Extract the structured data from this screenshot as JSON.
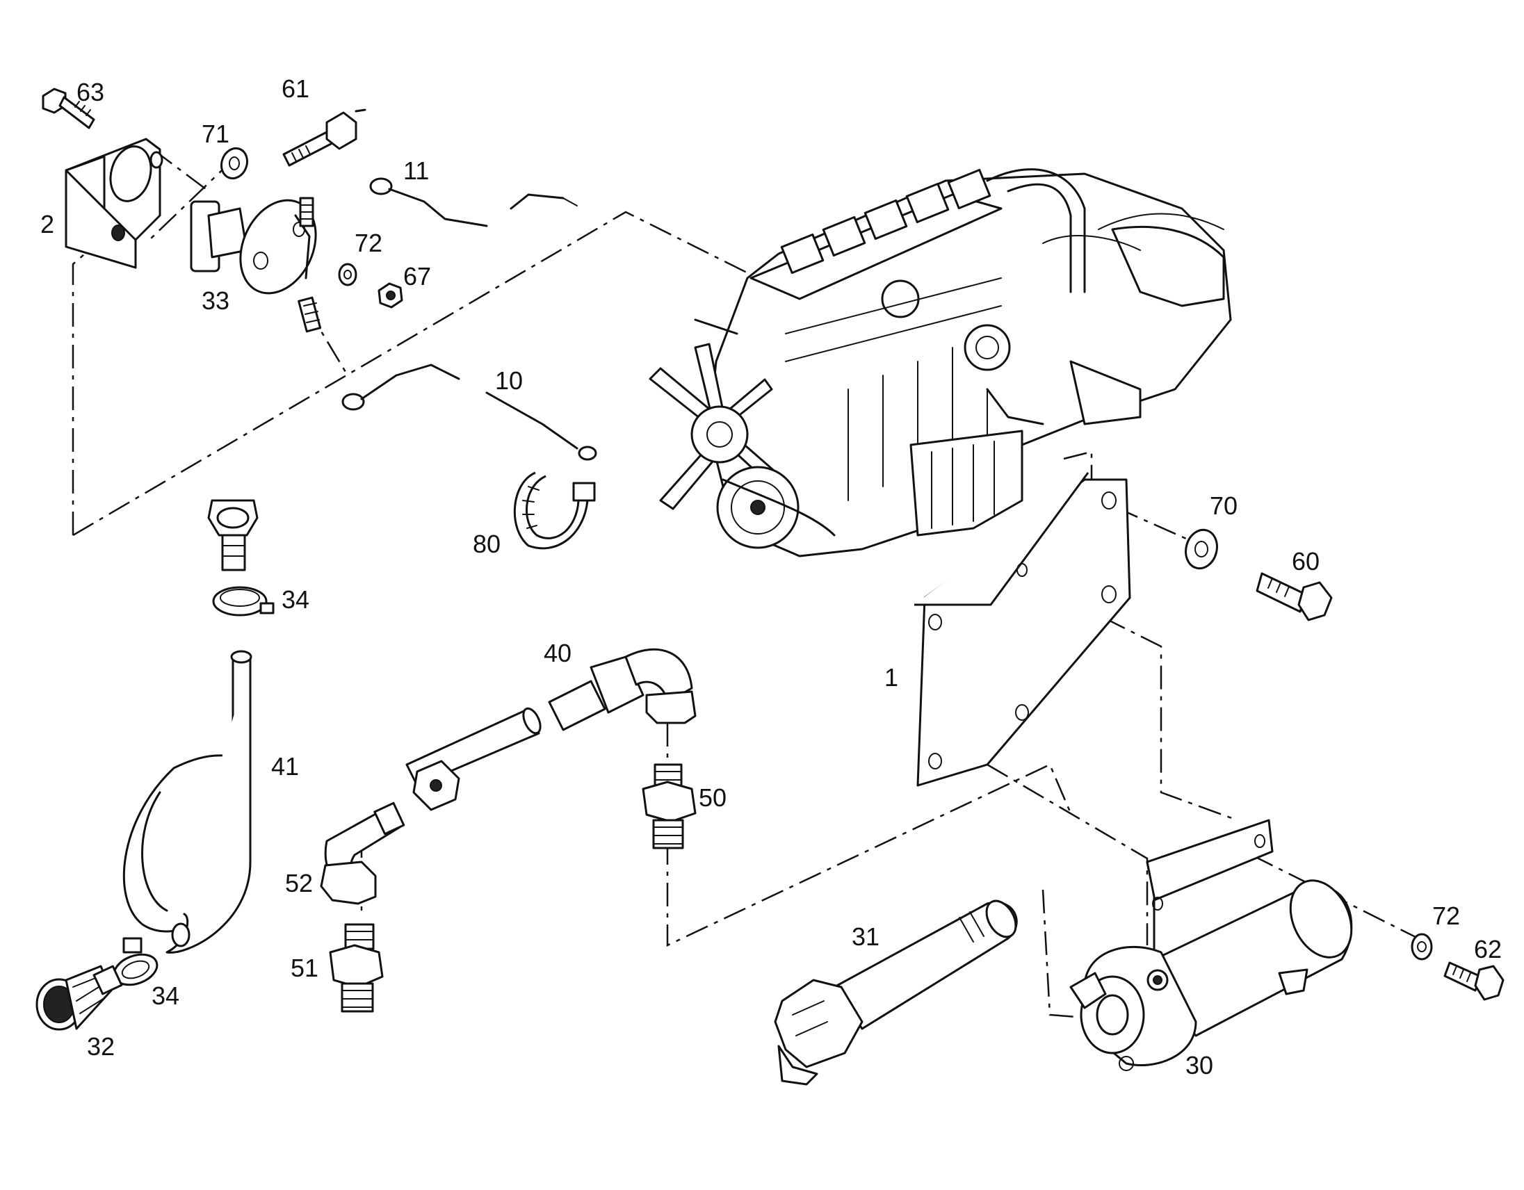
{
  "callouts": {
    "c1": "1",
    "c2": "2",
    "c10": "10",
    "c11": "11",
    "c30": "30",
    "c31": "31",
    "c32": "32",
    "c33": "33",
    "c34a": "34",
    "c34b": "34",
    "c40": "40",
    "c41": "41",
    "c50": "50",
    "c51": "51",
    "c52": "52",
    "c60": "60",
    "c61": "61",
    "c62": "62",
    "c63": "63",
    "c67": "67",
    "c70": "70",
    "c71": "71",
    "c72a": "72",
    "c72b": "72",
    "c80": "80"
  },
  "colors": {
    "ink": "#111111",
    "paper": "#ffffff"
  }
}
